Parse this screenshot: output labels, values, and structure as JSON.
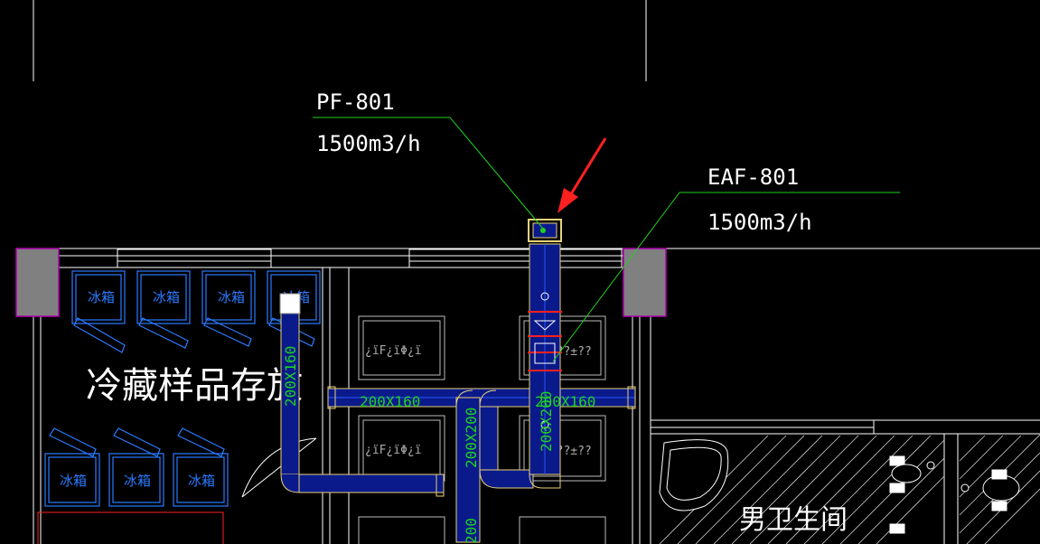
{
  "colors": {
    "background": "#000000",
    "wall": "#ffffff",
    "leader": "#1fd11f",
    "duct_outline": "#e8d27a",
    "duct_fill": "#0a1a8a",
    "duct_dim_text": "#1fd11f",
    "fridge": "#2a7bff",
    "fixture": "#8a8a8a",
    "pillar": "#808080",
    "pillar_border": "#b000b0",
    "arrow": "#ff2020",
    "damper": "#ff2020"
  },
  "annotations": {
    "pf_tag": "PF-801",
    "pf_flow": "1500m3/h",
    "eaf_tag": "EAF-801",
    "eaf_flow": "1500m3/h"
  },
  "room": {
    "name": "冷藏样品存放",
    "restroom": "男卫生间"
  },
  "fridges": {
    "top_label": "冰箱",
    "bottom_label": "冰箱"
  },
  "ducts": {
    "left_vertical": "200X160",
    "main_left": "200X160",
    "main_right": "200X160",
    "center_vertical": "200X200",
    "right_vertical": "200X200",
    "bottom_vertical": "200"
  },
  "diffusers": {
    "garbled_a": "¿ïF¿ïΦ¿ï",
    "garbled_b": "¿ë??±??",
    "garbled_c": "¿ïF¿ïΦ¿ï",
    "garbled_d": "¿ë??±??"
  },
  "pointer": {
    "icon": "red-arrow-icon"
  }
}
